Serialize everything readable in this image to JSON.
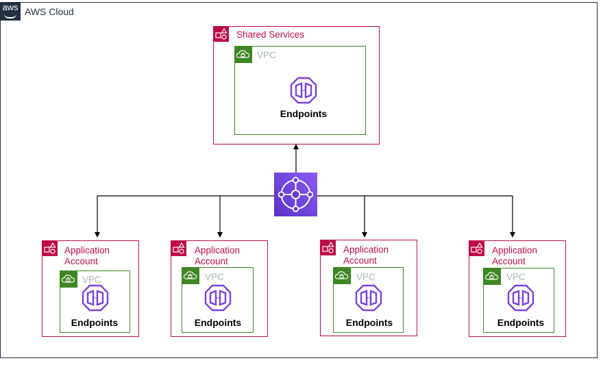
{
  "cloud": {
    "logo_text": "aws",
    "label": "AWS Cloud"
  },
  "shared": {
    "label": "Shared Services",
    "vpc_label": "VPC",
    "endpoints_label": "Endpoints"
  },
  "apps": [
    {
      "label_line1": "Application",
      "label_line2": "Account",
      "vpc_label": "VPC",
      "endpoints_label": "Endpoints"
    },
    {
      "label_line1": "Application",
      "label_line2": "Account",
      "vpc_label": "VPC",
      "endpoints_label": "Endpoints"
    },
    {
      "label_line1": "Application",
      "label_line2": "Account",
      "vpc_label": "VPC",
      "endpoints_label": "Endpoints"
    },
    {
      "label_line1": "Application",
      "label_line2": "Account",
      "vpc_label": "VPC",
      "endpoints_label": "Endpoints"
    }
  ],
  "colors": {
    "account": "#bf0c4a",
    "vpc": "#3f8624",
    "endpoint": "#7b3fe4",
    "hub": "#7b3fe4",
    "cloud": "#232f3e"
  },
  "icons": {
    "account": "account-icon",
    "vpc": "vpc-cloud-lock-icon",
    "endpoint": "vpc-endpoint-icon",
    "hub": "transit-gateway-icon"
  }
}
